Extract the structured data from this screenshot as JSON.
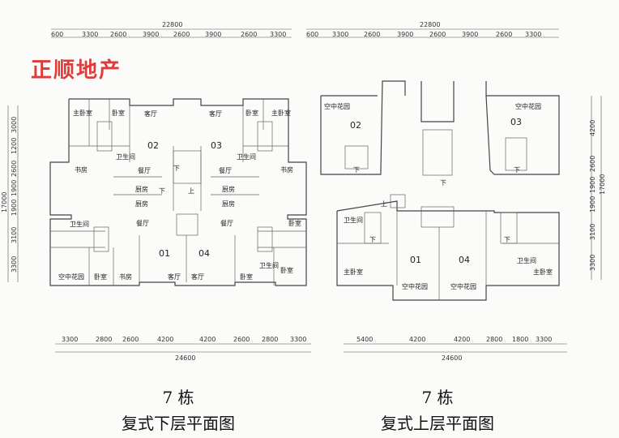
{
  "brand": "正顺地产",
  "left_plan": {
    "top_dims": {
      "total": "22800",
      "offset": "600",
      "segments": [
        "3300",
        "2600",
        "3900",
        "2600",
        "3900",
        "2600",
        "3300"
      ]
    },
    "bottom_dims": {
      "total": "24600",
      "segments": [
        "3300",
        "2800",
        "2600",
        "4200",
        "4200",
        "2600",
        "2800",
        "3300"
      ]
    },
    "side_dims": {
      "total": "17000",
      "segments": [
        "3000",
        "1200",
        "2600",
        "1900",
        "1900",
        "3100",
        "3300"
      ]
    },
    "units": [
      "02",
      "03",
      "01",
      "04"
    ],
    "rooms": {
      "zhuwoshi": "主卧室",
      "woshi": "卧室",
      "keting": "客厅",
      "shufang": "书房",
      "weishengjian": "卫生间",
      "canting": "餐厅",
      "chufang": "厨房",
      "kongzhong": "空中花园",
      "xia": "下",
      "shang": "上"
    },
    "caption_num": "7 栋",
    "caption": "复式下层平面图"
  },
  "right_plan": {
    "top_dims": {
      "total": "22800",
      "offset": "600",
      "segments": [
        "3300",
        "2600",
        "3900",
        "2600",
        "3900",
        "2600",
        "3300"
      ]
    },
    "bottom_dims": {
      "total": "24600",
      "segments": [
        "5400",
        "4200",
        "4200",
        "2800",
        "1800",
        "3300"
      ]
    },
    "side_dims": {
      "total": "17000",
      "segments": [
        "4200",
        "2600",
        "1900",
        "1900",
        "3100",
        "3300"
      ]
    },
    "units": [
      "02",
      "03",
      "01",
      "04"
    ],
    "rooms": {
      "kongzhong": "空中花园",
      "zhuwoshi": "主卧室",
      "weishengjian": "卫生间",
      "xia": "下",
      "shang": "上"
    },
    "caption_num": "7 栋",
    "caption": "复式上层平面图"
  }
}
